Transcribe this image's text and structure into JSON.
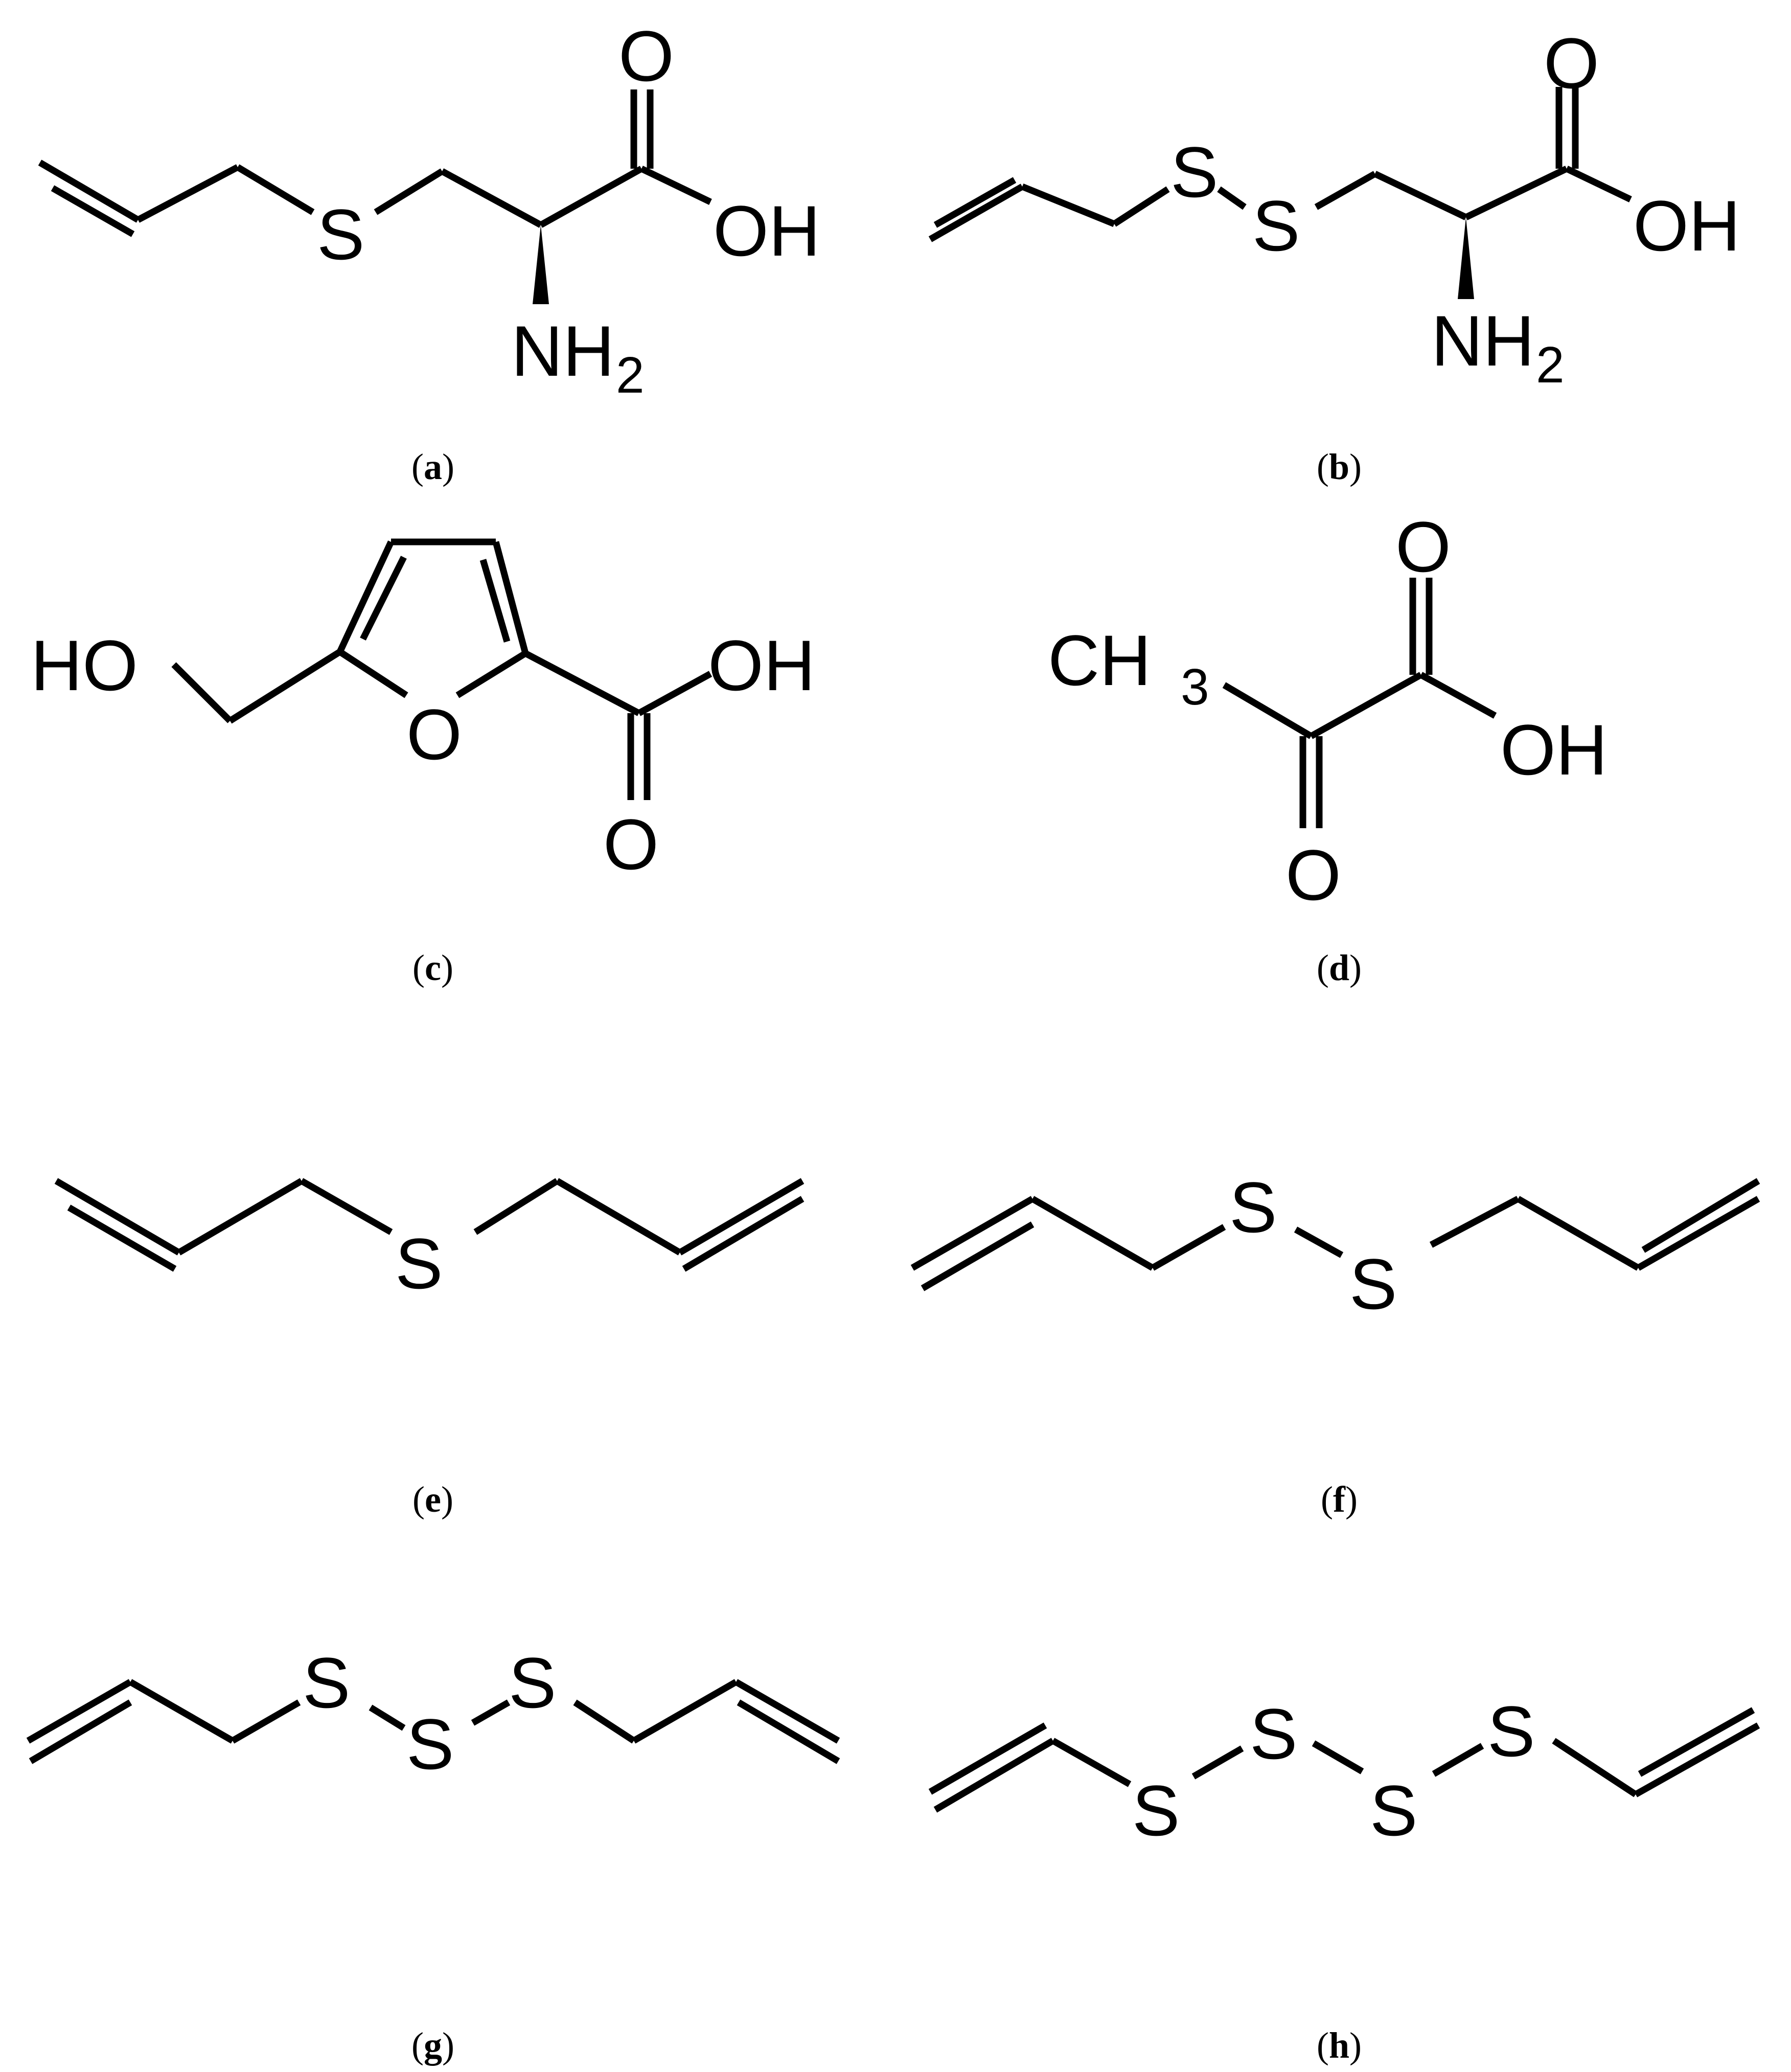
{
  "atom_labels": {
    "sulfur": "S",
    "oxygen": "O",
    "hydroxyl": "OH",
    "hydroxyl_left": "HO",
    "amine": "NH",
    "methyl": "CH",
    "subscript_2": "2",
    "subscript_3": "3"
  },
  "panels": [
    {
      "letter": "a"
    },
    {
      "letter": "b"
    },
    {
      "letter": "c"
    },
    {
      "letter": "d"
    },
    {
      "letter": "e"
    },
    {
      "letter": "f"
    },
    {
      "letter": "g"
    },
    {
      "letter": "h"
    }
  ],
  "caption_format": {
    "open": "(",
    "close": ")"
  }
}
